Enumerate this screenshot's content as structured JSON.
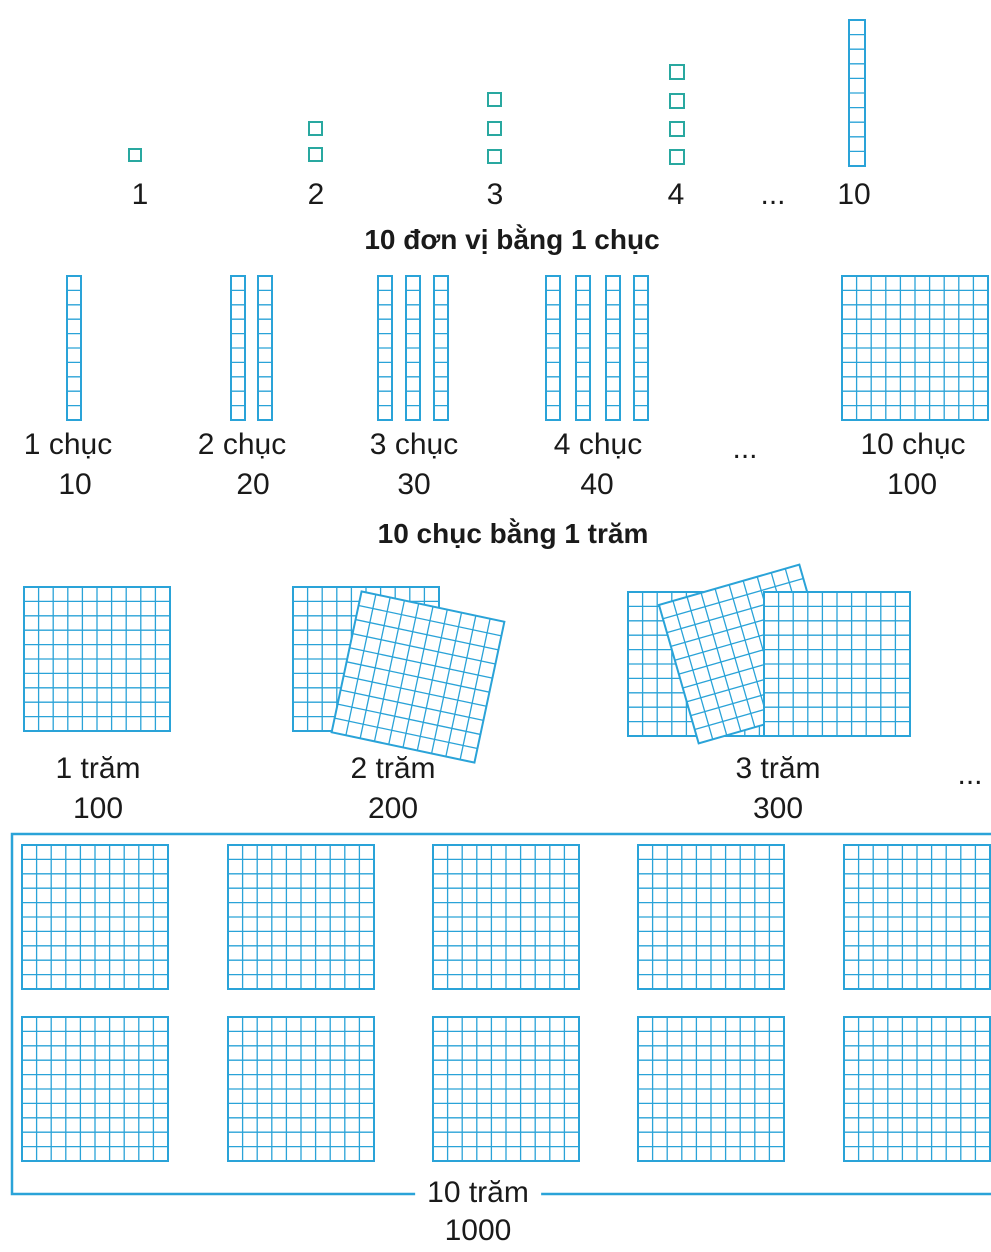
{
  "units": {
    "labels": [
      "1",
      "2",
      "3",
      "4",
      "...",
      "10"
    ],
    "heading": "10 đơn vị bằng 1 chục"
  },
  "tens": {
    "names": [
      "1 chục",
      "2 chục",
      "3 chục",
      "4 chục",
      "...",
      "10 chục"
    ],
    "values": [
      "10",
      "20",
      "30",
      "40",
      "100"
    ],
    "heading": "10 chục bằng 1 trăm"
  },
  "hundreds": {
    "names": [
      "1 trăm",
      "2 trăm",
      "3 trăm",
      "..."
    ],
    "values": [
      "100",
      "200",
      "300"
    ]
  },
  "thousand": {
    "name": "10 trăm",
    "value": "1000"
  },
  "colors": {
    "grid": "#2aa3d8",
    "unit": "#29a8a0",
    "text": "#1a1a1a"
  }
}
